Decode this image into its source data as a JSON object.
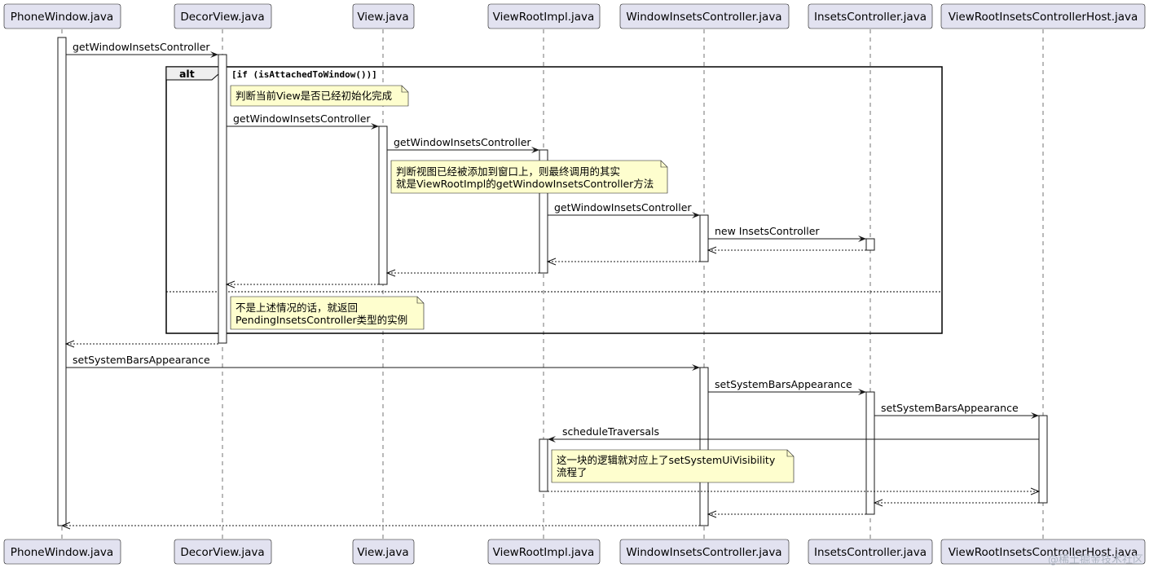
{
  "participants": [
    "PhoneWindow.java",
    "DecorView.java",
    "View.java",
    "ViewRootImpl.java",
    "WindowInsetsController.java",
    "InsetsController.java",
    "ViewRootInsetsControllerHost.java"
  ],
  "alt_frame": {
    "label": "alt",
    "guard": "[if (isAttachedToWindow())]"
  },
  "messages": [
    {
      "from": 0,
      "to": 1,
      "label": "getWindowInsetsController",
      "kind": "call"
    },
    {
      "from": 1,
      "to": 2,
      "label": "getWindowInsetsController",
      "kind": "call"
    },
    {
      "from": 2,
      "to": 3,
      "label": "getWindowInsetsController",
      "kind": "call"
    },
    {
      "from": 3,
      "to": 4,
      "label": "getWindowInsetsController",
      "kind": "call"
    },
    {
      "from": 4,
      "to": 5,
      "label": "new InsetsController",
      "kind": "call"
    },
    {
      "from": 5,
      "to": 4,
      "label": "",
      "kind": "return"
    },
    {
      "from": 4,
      "to": 3,
      "label": "",
      "kind": "return"
    },
    {
      "from": 3,
      "to": 2,
      "label": "",
      "kind": "return"
    },
    {
      "from": 2,
      "to": 1,
      "label": "",
      "kind": "return"
    },
    {
      "from": 1,
      "to": 0,
      "label": "",
      "kind": "return"
    },
    {
      "from": 0,
      "to": 4,
      "label": "setSystemBarsAppearance",
      "kind": "call"
    },
    {
      "from": 4,
      "to": 5,
      "label": "setSystemBarsAppearance",
      "kind": "call"
    },
    {
      "from": 5,
      "to": 6,
      "label": "setSystemBarsAppearance",
      "kind": "call"
    },
    {
      "from": 6,
      "to": 3,
      "label": "scheduleTraversals",
      "kind": "call"
    },
    {
      "from": 3,
      "to": 6,
      "label": "",
      "kind": "return"
    },
    {
      "from": 6,
      "to": 5,
      "label": "",
      "kind": "return"
    },
    {
      "from": 5,
      "to": 4,
      "label": "",
      "kind": "return"
    },
    {
      "from": 4,
      "to": 0,
      "label": "",
      "kind": "return"
    }
  ],
  "notes": [
    {
      "lines": [
        "判断当前View是否已经初始化完成"
      ]
    },
    {
      "lines": [
        "判断视图已经被添加到窗口上，则最终调用的其实",
        "就是ViewRootImpl的getWindowInsetsController方法"
      ]
    },
    {
      "lines": [
        "不是上述情况的话，就返回",
        "PendingInsetsController类型的实例"
      ]
    },
    {
      "lines": [
        "这一块的逻辑就对应上了setSystemUiVisibility",
        "流程了"
      ]
    }
  ],
  "watermark": "@稀土掘金技术社区"
}
